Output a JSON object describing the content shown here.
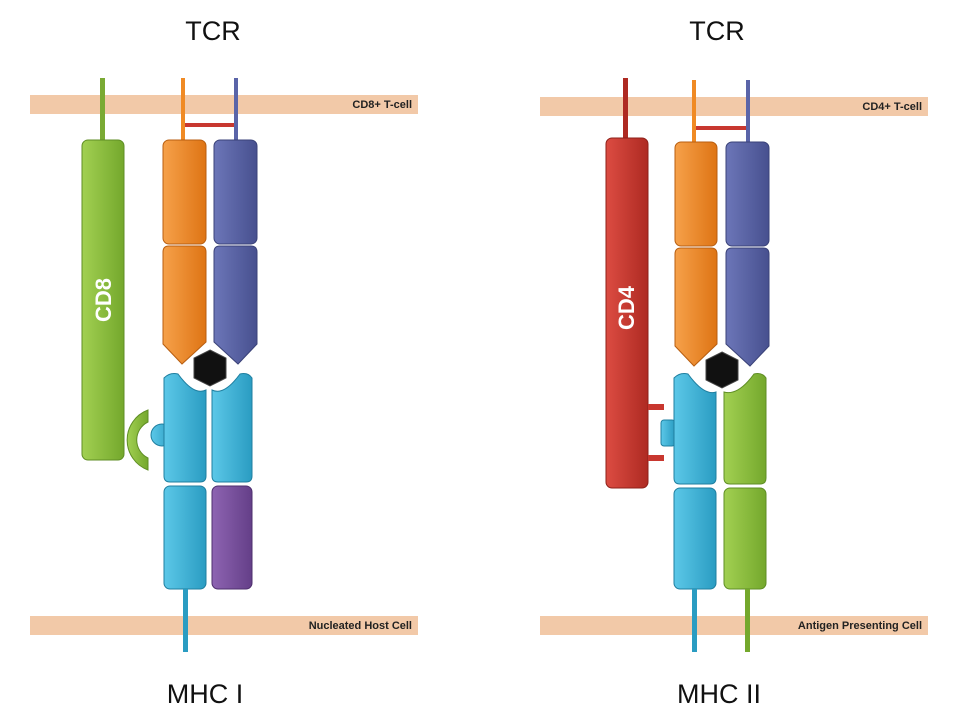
{
  "left": {
    "title_top": "TCR",
    "title_bottom": "MHC I",
    "membrane_top_label": "CD8+ T-cell",
    "membrane_bottom_label": "Nucleated Host Cell",
    "coreceptor_label": "CD8"
  },
  "right": {
    "title_top": "TCR",
    "title_bottom": "MHC II",
    "membrane_top_label": "CD4+ T-cell",
    "membrane_bottom_label": "Antigen Presenting Cell",
    "coreceptor_label": "CD4"
  },
  "colors": {
    "membrane": "#f2c9a8",
    "tcr_alpha": "#f08a24",
    "tcr_beta": "#5a64a8",
    "mhc_blue": "#3cb4d8",
    "mhc_purple": "#7a4f9e",
    "mhc_green": "#8cbf3c",
    "cd8": "#8cbf3c",
    "cd4": "#c8372f",
    "peptide": "#111111",
    "disulfide": "#c8372f"
  }
}
